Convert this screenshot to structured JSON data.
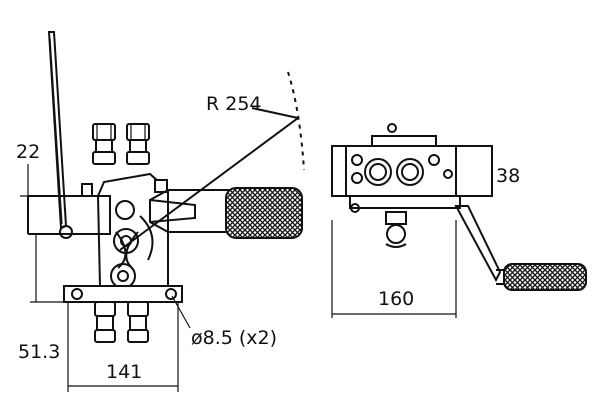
{
  "drawing": {
    "labels": {
      "radius": "R 254",
      "left_height": "22",
      "left_depth": "51.3",
      "front_width": "141",
      "hole": "ø8.5 (x2)",
      "side_height": "38",
      "side_width": "160"
    }
  },
  "colors": {
    "line": "#111111",
    "background": "#ffffff"
  }
}
